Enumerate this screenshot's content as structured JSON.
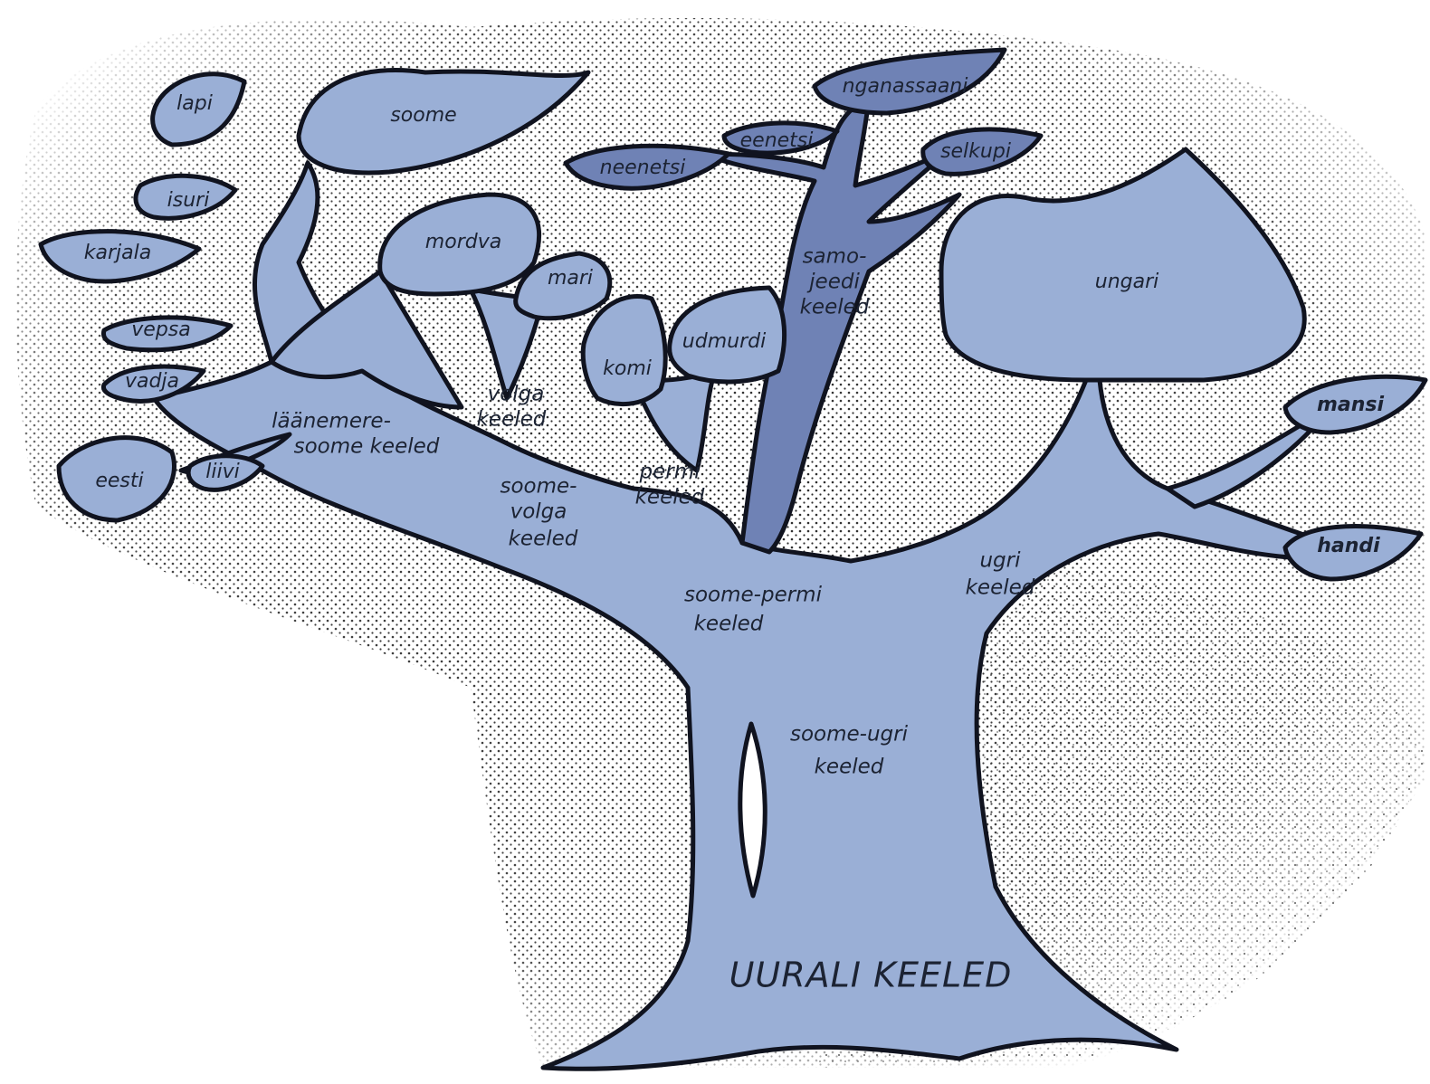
{
  "colors": {
    "fill": "#9aafd6",
    "fill_dark": "#6f82b5",
    "outline": "#10131f",
    "stipple": "#2a2a2a",
    "text": "#1c2333"
  },
  "labels": {
    "root": "UURALI KEELED",
    "soome_ugri": [
      "soome-ugri",
      "keeled"
    ],
    "ugri": [
      "ugri",
      "keeled"
    ],
    "soome_permi": [
      "soome-permi",
      "keeled"
    ],
    "soome_volga": [
      "soome-",
      "volga",
      "keeled"
    ],
    "permi": [
      "permi",
      "keeled"
    ],
    "volga": [
      "volga",
      "keeled"
    ],
    "laanemere": [
      "läänemere-",
      "soome keeled"
    ],
    "samojeedi": [
      "samo-",
      "jeedi",
      "keeled"
    ]
  },
  "leaves": {
    "lapi": "lapi",
    "soome": "soome",
    "isuri": "isuri",
    "karjala": "karjala",
    "vepsa": "vepsa",
    "vadja": "vadja",
    "eesti": "eesti",
    "liivi": "liivi",
    "mordva": "mordva",
    "mari": "mari",
    "komi": "komi",
    "udmurdi": "udmurdi",
    "neenetsi": "neenetsi",
    "eenetsi": "eenetsi",
    "nganassaani": "nganassaani",
    "selkupi": "selkupi",
    "ungari": "ungari",
    "mansi": "mansi",
    "handi": "handi"
  }
}
